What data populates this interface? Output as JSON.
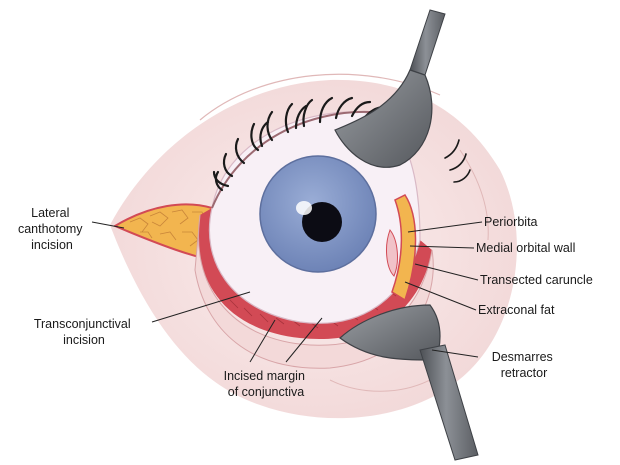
{
  "diagram": {
    "labels": {
      "lateral_canthotomy": [
        "Lateral",
        "canthotomy",
        "incision"
      ],
      "transconjunctival": [
        "Transconjunctival",
        "incision"
      ],
      "incised_margin": [
        "Incised margin",
        "of conjunctiva"
      ],
      "periorbita": "Periorbita",
      "medial_orbital_wall": "Medial orbital wall",
      "transected_caruncle": "Transected caruncle",
      "extraconal_fat": "Extraconal fat",
      "desmarres": [
        "Desmarres",
        "retractor"
      ]
    },
    "colors": {
      "skin": "#f6e7e6",
      "sclera": "#f8f0f6",
      "iris": "#7f95c4",
      "pupil": "#0c0c14",
      "conjunctiva_red": "#d24a55",
      "fat_yellow": "#f2b54f",
      "retractor_gray": "#6b6e73"
    }
  }
}
